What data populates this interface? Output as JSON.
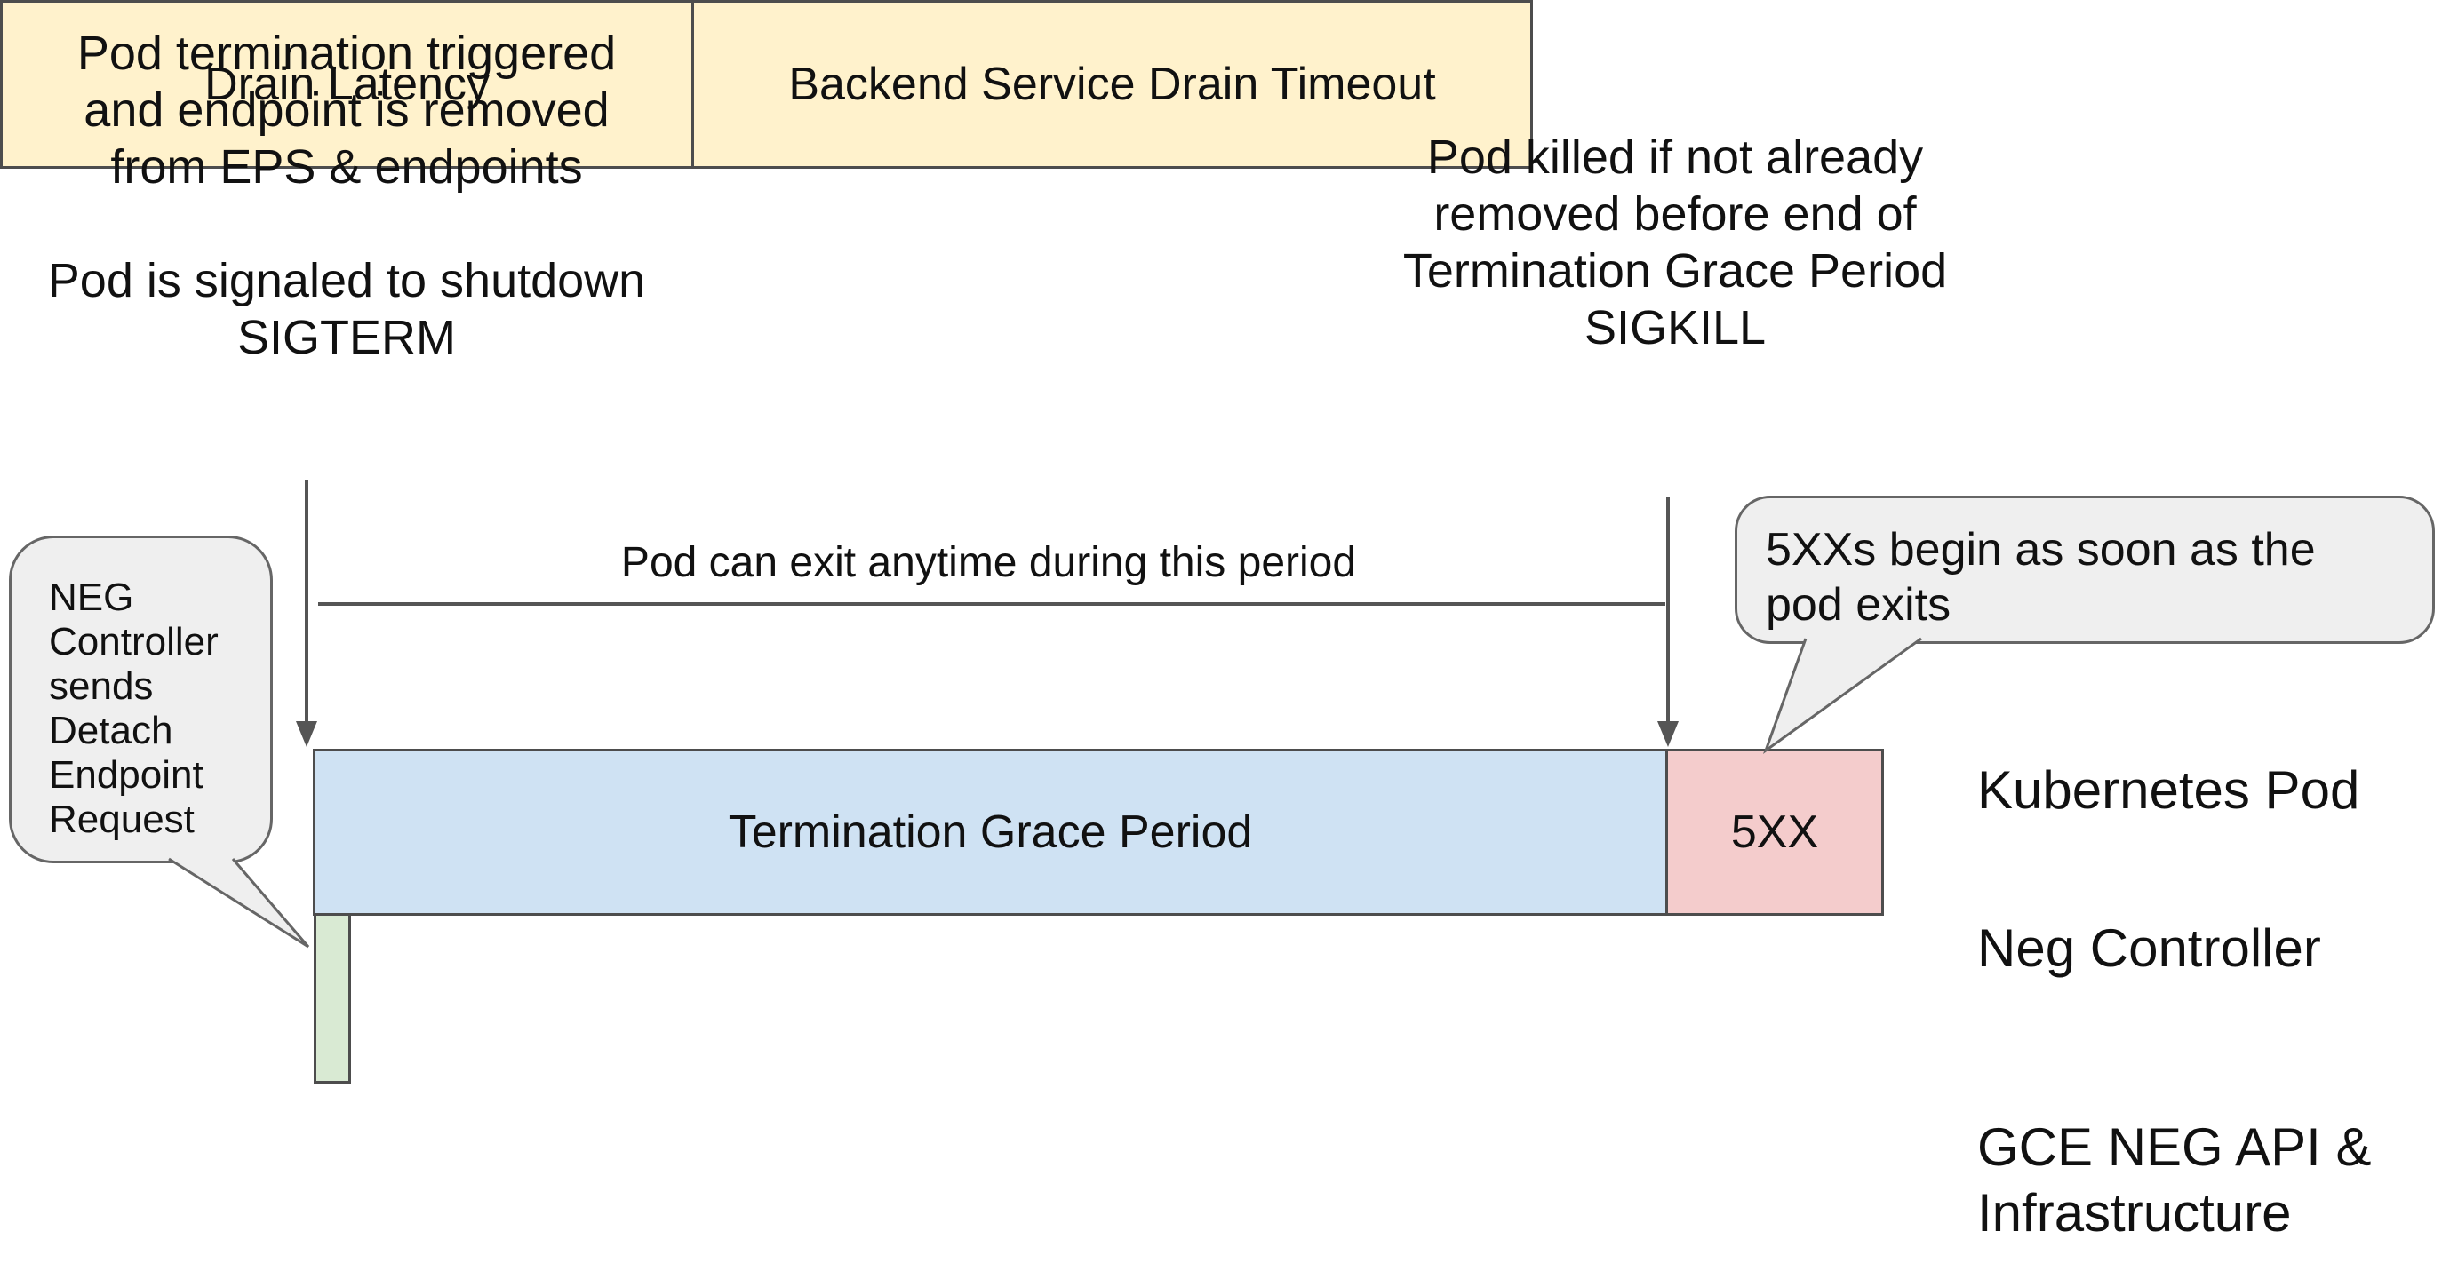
{
  "notes": {
    "top_left": "Pod termination triggered\nand endpoint is removed\nfrom EPS & endpoints\n\nPod is signaled to shutdown\nSIGTERM",
    "top_right": "Pod killed if not already\nremoved before end of\nTermination Grace Period\nSIGKILL",
    "exit_period": "Pod can exit anytime during this period"
  },
  "bubbles": {
    "neg_controller": "NEG\nController\nsends\nDetach\nEndpoint\nRequest",
    "errors_begin": "5XXs begin as soon as the\npod exits"
  },
  "timeline": {
    "kubernetes_pod": {
      "grace_period_label": "Termination Grace Period",
      "error_label": "5XX"
    },
    "gce": {
      "drain_latency_label": "Drain Latency",
      "backend_drain_label": "Backend Service Drain Timeout"
    }
  },
  "row_labels": {
    "kubernetes_pod": "Kubernetes Pod",
    "neg_controller": "Neg Controller",
    "gce": "GCE NEG API &\nInfrastructure"
  },
  "colors": {
    "grace_period_fill": "#cfe2f3",
    "error_fill": "#f4cccc",
    "detach_fill": "#d9ead3",
    "drain_fill": "#fff2cc",
    "bar_border": "#4d4d4d",
    "bubble_fill": "#efefef",
    "bubble_border": "#666666",
    "line": "#555555",
    "text": "#111111",
    "bg": "#ffffff"
  }
}
